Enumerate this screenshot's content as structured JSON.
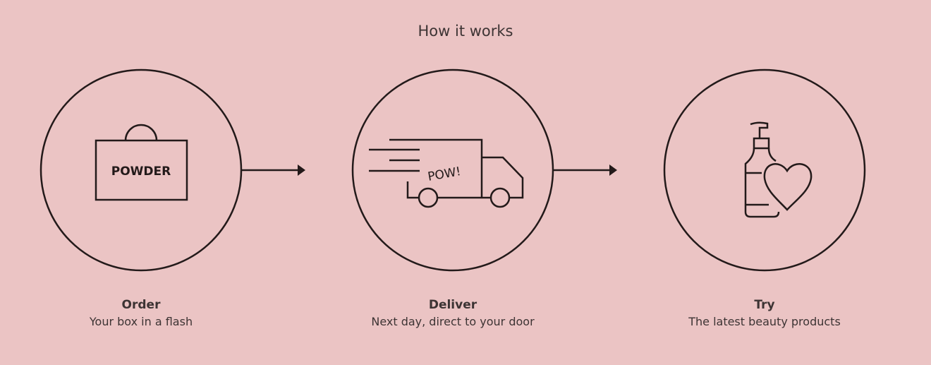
{
  "title": "How it works",
  "bag_label": "POWDER",
  "truck_label": "POW!",
  "steps": [
    {
      "heading": "Order",
      "subtitle": "Your box in a flash",
      "icon": "shopping-bag-icon"
    },
    {
      "heading": "Deliver",
      "subtitle": "Next day, direct to your door",
      "icon": "delivery-truck-icon"
    },
    {
      "heading": "Try",
      "subtitle": "The latest beauty products",
      "icon": "bottle-heart-icon"
    }
  ],
  "colors": {
    "background": "#ebc4c4",
    "ink": "#231a1a"
  }
}
